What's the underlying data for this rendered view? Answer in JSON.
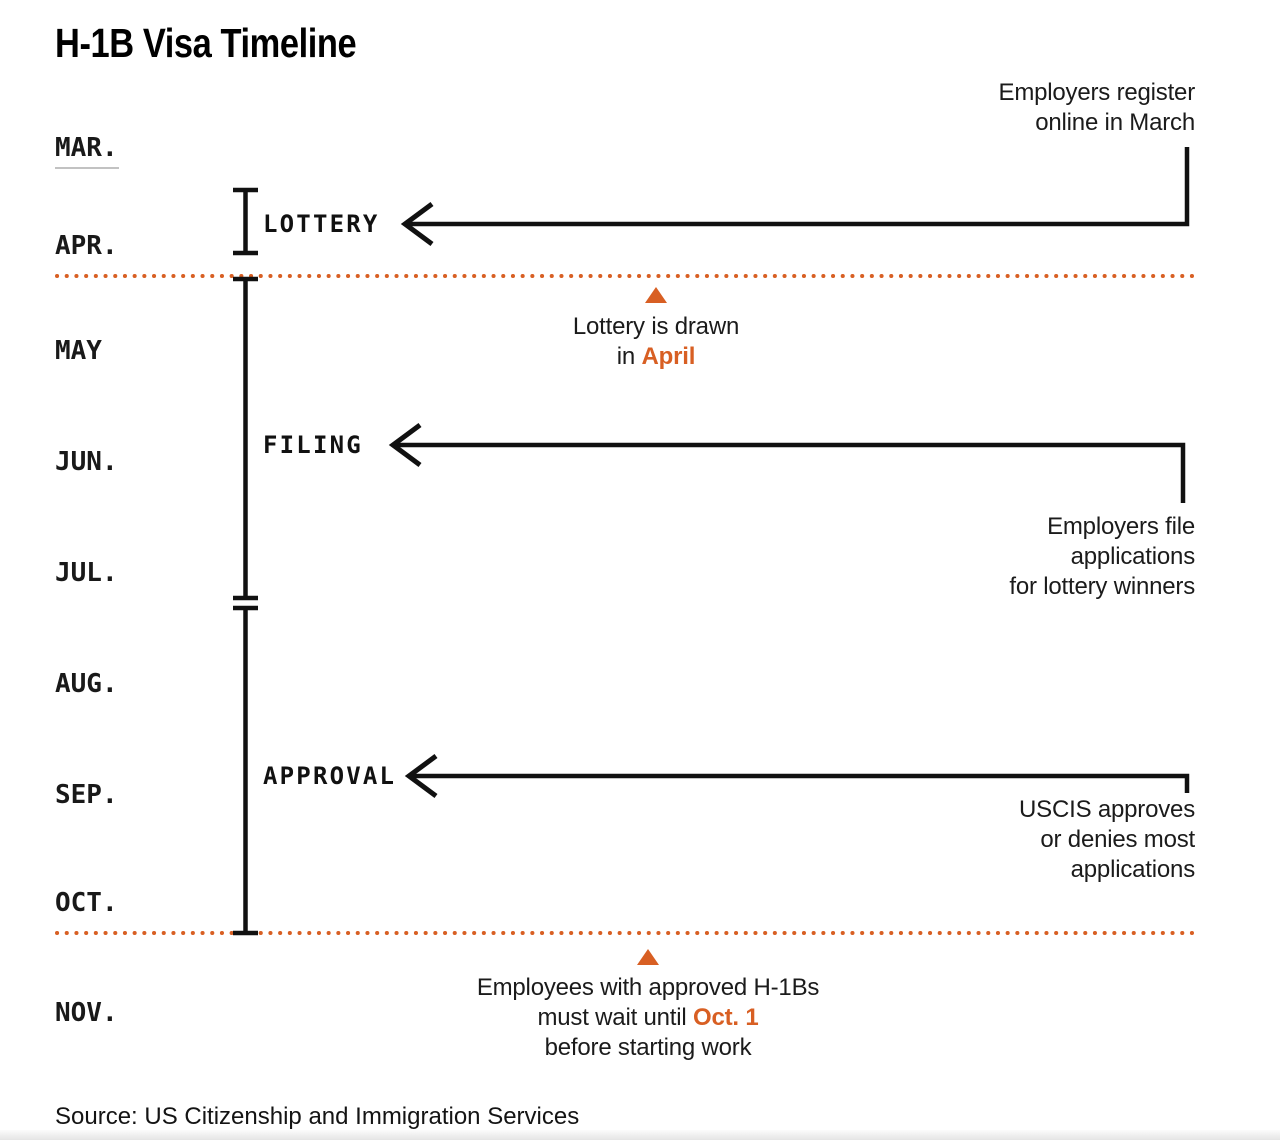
{
  "title": "H-1B Visa Timeline",
  "source": "Source: US Citizenship and Immigration Services",
  "accent_color": "#d85f23",
  "line_color": "#111111",
  "months": [
    "MAR.",
    "APR.",
    "MAY",
    "JUN.",
    "JUL.",
    "AUG.",
    "SEP.",
    "OCT.",
    "NOV."
  ],
  "stages": [
    {
      "label": "LOTTERY",
      "note": [
        "Employers register",
        "online in March"
      ]
    },
    {
      "label": "FILING",
      "note": [
        "Employers file",
        "applications",
        "for lottery winners"
      ]
    },
    {
      "label": "APPROVAL",
      "note": [
        "USCIS approves",
        "or denies most",
        "applications"
      ]
    }
  ],
  "milestones": [
    {
      "line1": "Lottery is drawn",
      "prefix": "in ",
      "highlight": "April",
      "line3": ""
    },
    {
      "line1": "Employees with approved H-1Bs",
      "prefix": "must wait until ",
      "highlight": "Oct. 1",
      "line3": "before starting work"
    }
  ]
}
